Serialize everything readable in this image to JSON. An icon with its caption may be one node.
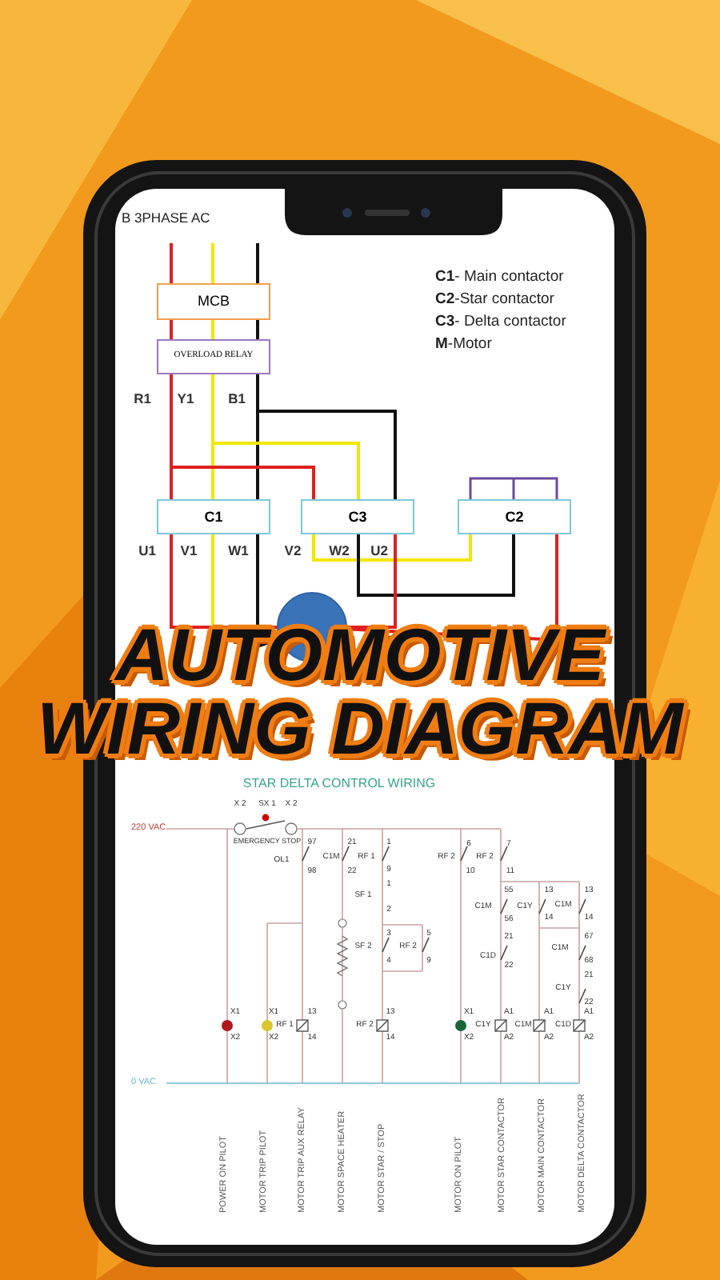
{
  "diagram": {
    "title": "AUTOMOTIVE WIRING DIAGRAM",
    "nodes": [
      {
        "text": [
          "MCB"
        ]
      },
      {
        "text": [
          "OVERLOAD RELAY"
        ]
      },
      {
        "text": [
          "C1"
        ]
      },
      {
        "text": [
          "C3"
        ]
      },
      {
        "text": [
          "C2"
        ]
      },
      {
        "text": [],
        "shape": "circle"
      }
    ],
    "edges": [
      {
        "from": null,
        "to": 0,
        "arrow": "none",
        "color": "#e02020"
      },
      {
        "from": null,
        "to": 0,
        "arrow": "none",
        "color": "#f2e600"
      },
      {
        "from": null,
        "to": 0,
        "arrow": "none",
        "color": "#111111"
      },
      {
        "from": 0,
        "to": 1,
        "arrow": "none",
        "color": "#e02020"
      },
      {
        "from": 0,
        "to": 1,
        "arrow": "none",
        "color": "#f2e600"
      },
      {
        "from": 0,
        "to": 1,
        "arrow": "none",
        "color": "#111111"
      },
      {
        "from": 1,
        "to": 2,
        "arrow": "none",
        "color": "#e02020"
      },
      {
        "from": 1,
        "to": 2,
        "arrow": "none",
        "color": "#f2e600"
      },
      {
        "from": 1,
        "to": 2,
        "arrow": "none",
        "color": "#111111"
      },
      {
        "from": 1,
        "to": 3,
        "arrow": "none",
        "color": "#e02020"
      },
      {
        "from": 1,
        "to": 3,
        "arrow": "none",
        "color": "#f2e600"
      },
      {
        "from": 1,
        "to": 3,
        "arrow": "none",
        "color": "#111111"
      },
      {
        "from": 3,
        "to": 4,
        "arrow": "none",
        "color": "#f2e600"
      },
      {
        "from": 3,
        "to": 4,
        "arrow": "none",
        "color": "#111111"
      },
      {
        "from": 2,
        "to": 5,
        "arrow": "none",
        "color": "#e02020"
      },
      {
        "from": 2,
        "to": 5,
        "arrow": "none",
        "color": "#f2e600"
      },
      {
        "from": 2,
        "to": 5,
        "arrow": "none",
        "color": "#111111"
      },
      {
        "from": 3,
        "to": 5,
        "arrow": "none",
        "color": "#e02020"
      },
      {
        "from": 4,
        "to": 5,
        "arrow": "none",
        "color": "#e02020"
      }
    ],
    "labels": [
      "B 3PHASE AC",
      "**C1**- Main contactor",
      "**C2**-Star contactor",
      "**C3**- Delta contactor",
      "**M**-Motor",
      "R1",
      "Y1",
      "B1",
      "U1",
      "V1",
      "W1",
      "V2",
      "W2",
      "U2",
      "STAR DELTA CONTROL WIRING",
      "X 2",
      "SX 1",
      "X 2",
      "220 VAC",
      "EMERGENCY STOP",
      "97",
      "21",
      "1",
      "6",
      "7",
      "OL1",
      "C1M",
      "RF 1",
      "RF 2",
      "RF 2",
      "98",
      "22",
      "9",
      "10",
      "11",
      "1",
      "55",
      "13",
      "13",
      "SF 1",
      "C1M",
      "C1Y",
      "C1M",
      "2",
      "56",
      "14",
      "14",
      "67",
      "3",
      "5",
      "21",
      "SF 2",
      "RF 2",
      "C1M",
      "C1D",
      "4",
      "9",
      "68",
      "22",
      "21",
      "C1Y",
      "22",
      "X1",
      "X1",
      "13",
      "13",
      "X1",
      "A1",
      "A1",
      "A1",
      "RF 1",
      "RF 2",
      "C1Y",
      "C1M",
      "C1D",
      "X2",
      "X2",
      "14",
      "14",
      "X2",
      "A2",
      "A2",
      "A2",
      "0 VAC",
      "POWER ON PILOT",
      "MOTOR TRIP PILOT",
      "MOTOR TRIP AUX RELAY",
      "MOTOR SPACE HEATER",
      "MOTOR STAR / STOP",
      "MOTOR ON PILOT",
      "MOTOR STAR  CONTACTOR",
      "MOTOR MAIN CONTACTOR",
      "MOTOR DELTA CONTACTOR"
    ]
  }
}
